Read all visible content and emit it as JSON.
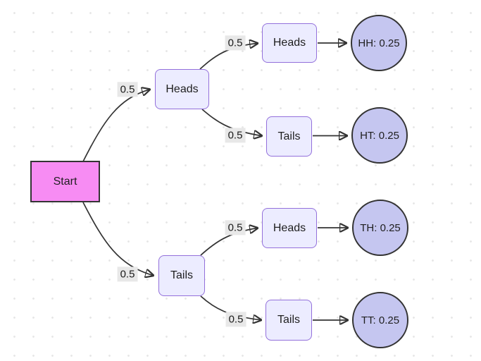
{
  "diagram": {
    "type": "probability-tree-flowchart",
    "nodes": {
      "start": {
        "label": "Start",
        "shape": "rectangle"
      },
      "heads_l1": {
        "label": "Heads",
        "shape": "rounded-rectangle"
      },
      "tails_l1": {
        "label": "Tails",
        "shape": "rounded-rectangle"
      },
      "heads_l2_top": {
        "label": "Heads",
        "shape": "rounded-rectangle"
      },
      "tails_l2_top": {
        "label": "Tails",
        "shape": "rounded-rectangle"
      },
      "heads_l2_bottom": {
        "label": "Heads",
        "shape": "rounded-rectangle"
      },
      "tails_l2_bottom": {
        "label": "Tails",
        "shape": "rounded-rectangle"
      },
      "outcome_hh": {
        "label": "HH: 0.25",
        "shape": "circle"
      },
      "outcome_ht": {
        "label": "HT: 0.25",
        "shape": "circle"
      },
      "outcome_th": {
        "label": "TH: 0.25",
        "shape": "circle"
      },
      "outcome_tt": {
        "label": "TT: 0.25",
        "shape": "circle"
      }
    },
    "edge_labels": {
      "start_heads": "0.5",
      "start_tails": "0.5",
      "heads_heads": "0.5",
      "heads_tails": "0.5",
      "tails_heads": "0.5",
      "tails_tails": "0.5"
    },
    "colors": {
      "start_fill": "#f78cf3",
      "start_border": "#343434",
      "branch_fill": "#ececff",
      "branch_border": "#9370db",
      "outcome_fill": "#c5c6f0",
      "outcome_border": "#333333",
      "edge": "#333333",
      "edge_label_bg": "#e8e8e8",
      "canvas_dot": "#e7e7e7",
      "node_text": "#1f1f1f"
    }
  }
}
